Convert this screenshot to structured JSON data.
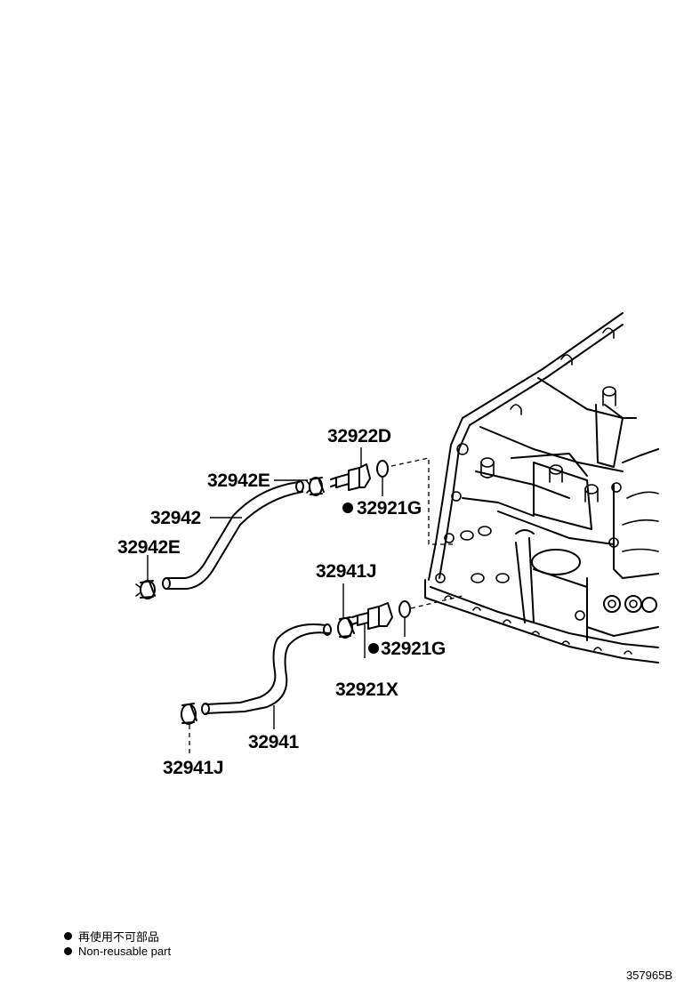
{
  "parts": {
    "p32922D": "32922D",
    "p32942E_top": "32942E",
    "p32942": "32942",
    "p32942E_bottom": "32942E",
    "p32921G_top": "32921G",
    "p32941J_top": "32941J",
    "p32921G_bottom": "32921G",
    "p32921X": "32921X",
    "p32941": "32941",
    "p32941J_bottom": "32941J"
  },
  "legend": {
    "jp": "再使用不可部品",
    "en": "Non-reusable part"
  },
  "ref_code": "357965B"
}
